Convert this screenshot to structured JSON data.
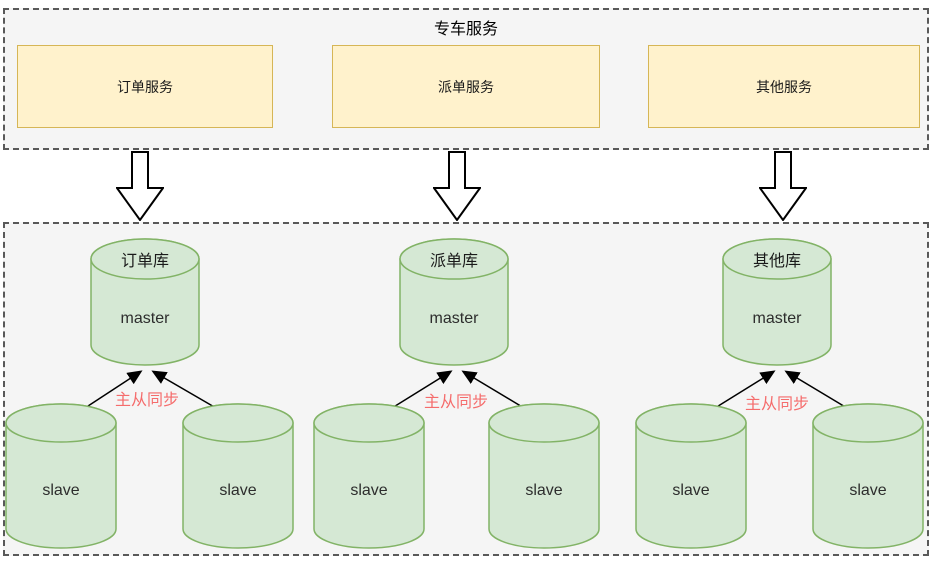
{
  "top_section": {
    "title": "专车服务",
    "services": [
      {
        "label": "订单服务"
      },
      {
        "label": "派单服务"
      },
      {
        "label": "其他服务"
      }
    ]
  },
  "db_section": {
    "groups": [
      {
        "db_name": "订单库",
        "master_label": "master",
        "sync_label": "主从同步",
        "slaves": [
          "slave",
          "slave"
        ]
      },
      {
        "db_name": "派单库",
        "master_label": "master",
        "sync_label": "主从同步",
        "slaves": [
          "slave",
          "slave"
        ]
      },
      {
        "db_name": "其他库",
        "master_label": "master",
        "sync_label": "主从同步",
        "slaves": [
          "slave",
          "slave"
        ]
      }
    ]
  },
  "icons": {
    "down_arrow": "down-arrow-icon",
    "replication_arrow": "arrowhead-icon"
  },
  "colors": {
    "section_background": "#f5f5f5",
    "section_border": "#595959",
    "service_box_fill": "#fff2cc",
    "service_box_border": "#d6b656",
    "database_fill": "#d5e8d4",
    "database_border": "#82b366",
    "sync_label": "#f56c6c",
    "arrow": "#000000"
  }
}
